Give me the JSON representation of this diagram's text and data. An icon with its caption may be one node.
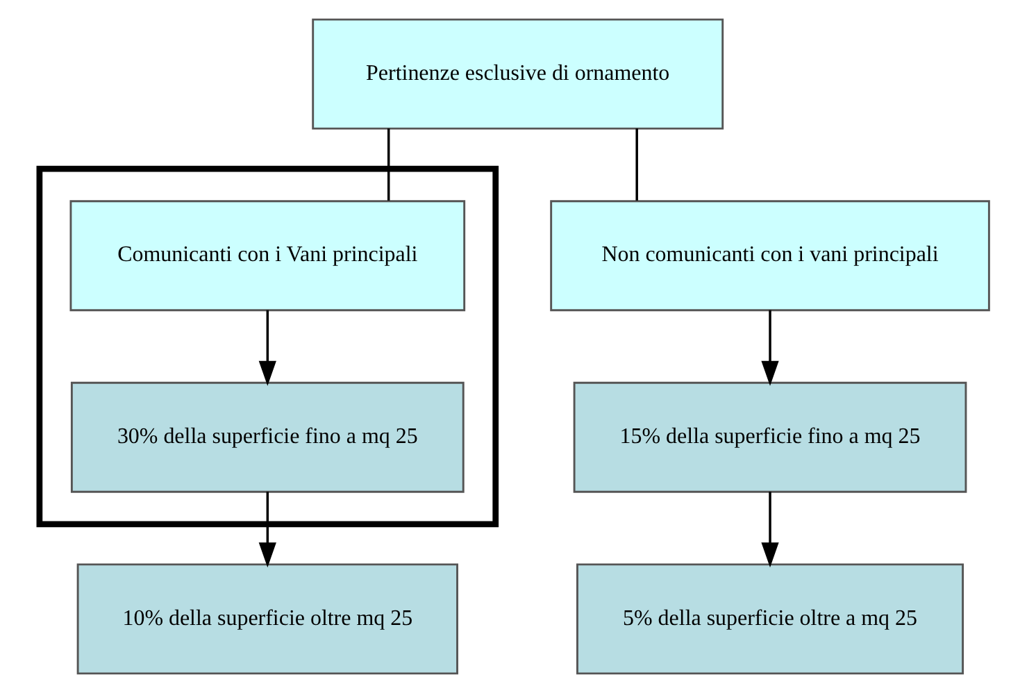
{
  "diagram": {
    "nodes": [
      {
        "text": [
          "Pertinenze esclusive di ornamento"
        ]
      },
      {
        "text": [],
        "shape": "box"
      },
      {
        "text": [
          "Comunicanti con i Vani principali"
        ],
        "in": 1
      },
      {
        "text": [
          "30% della superficie fino a mq 25"
        ],
        "in": 1
      },
      {
        "text": [
          "10% della superficie oltre mq 25"
        ]
      },
      {
        "text": [
          "Non comunicanti con i vani principali"
        ]
      },
      {
        "text": [
          "15% della superficie fino a mq 25"
        ]
      },
      {
        "text": [
          "5% della superficie oltre a mq 25"
        ]
      }
    ],
    "edges": [
      {
        "from": 0,
        "to": 2,
        "arrow": "none"
      },
      {
        "from": 0,
        "to": 5,
        "arrow": "none"
      },
      {
        "from": 2,
        "to": 3,
        "arrow": "to"
      },
      {
        "from": 3,
        "to": 4,
        "arrow": "to"
      },
      {
        "from": 5,
        "to": 6,
        "arrow": "to"
      },
      {
        "from": 6,
        "to": 7,
        "arrow": "to"
      }
    ]
  }
}
